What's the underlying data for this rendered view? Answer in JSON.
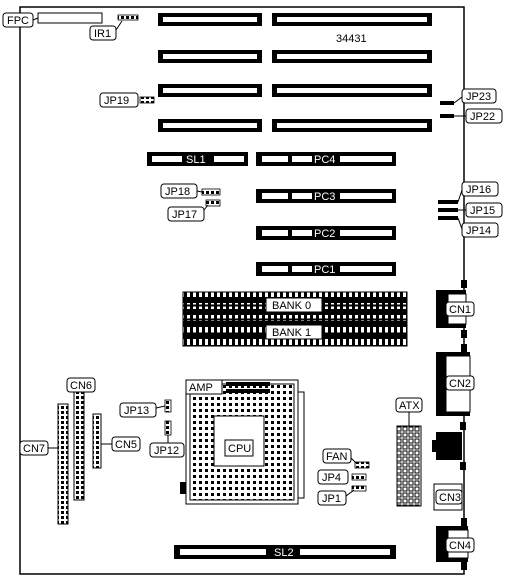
{
  "board": {
    "model": "34431",
    "labels": {
      "fpc": "FPC",
      "ir1": "IR1",
      "jp19": "JP19",
      "jp23": "JP23",
      "jp22": "JP22",
      "sl1": "SL1",
      "pc4": "PC4",
      "pc3": "PC3",
      "pc2": "PC2",
      "pc1": "PC1",
      "jp18": "JP18",
      "jp17": "JP17",
      "jp16": "JP16",
      "jp15": "JP15",
      "jp14": "JP14",
      "bank0": "BANK 0",
      "bank1": "BANK 1",
      "cn1": "CN1",
      "cn2": "CN2",
      "cn3": "CN3",
      "cn4": "CN4",
      "cn5": "CN5",
      "cn6": "CN6",
      "cn7": "CN7",
      "amp": "AMP",
      "cpu": "CPU",
      "jp13": "JP13",
      "jp12": "JP12",
      "atx": "ATX",
      "fan": "FAN",
      "jp4": "JP4",
      "jp1": "JP1",
      "sl2": "SL2"
    }
  }
}
